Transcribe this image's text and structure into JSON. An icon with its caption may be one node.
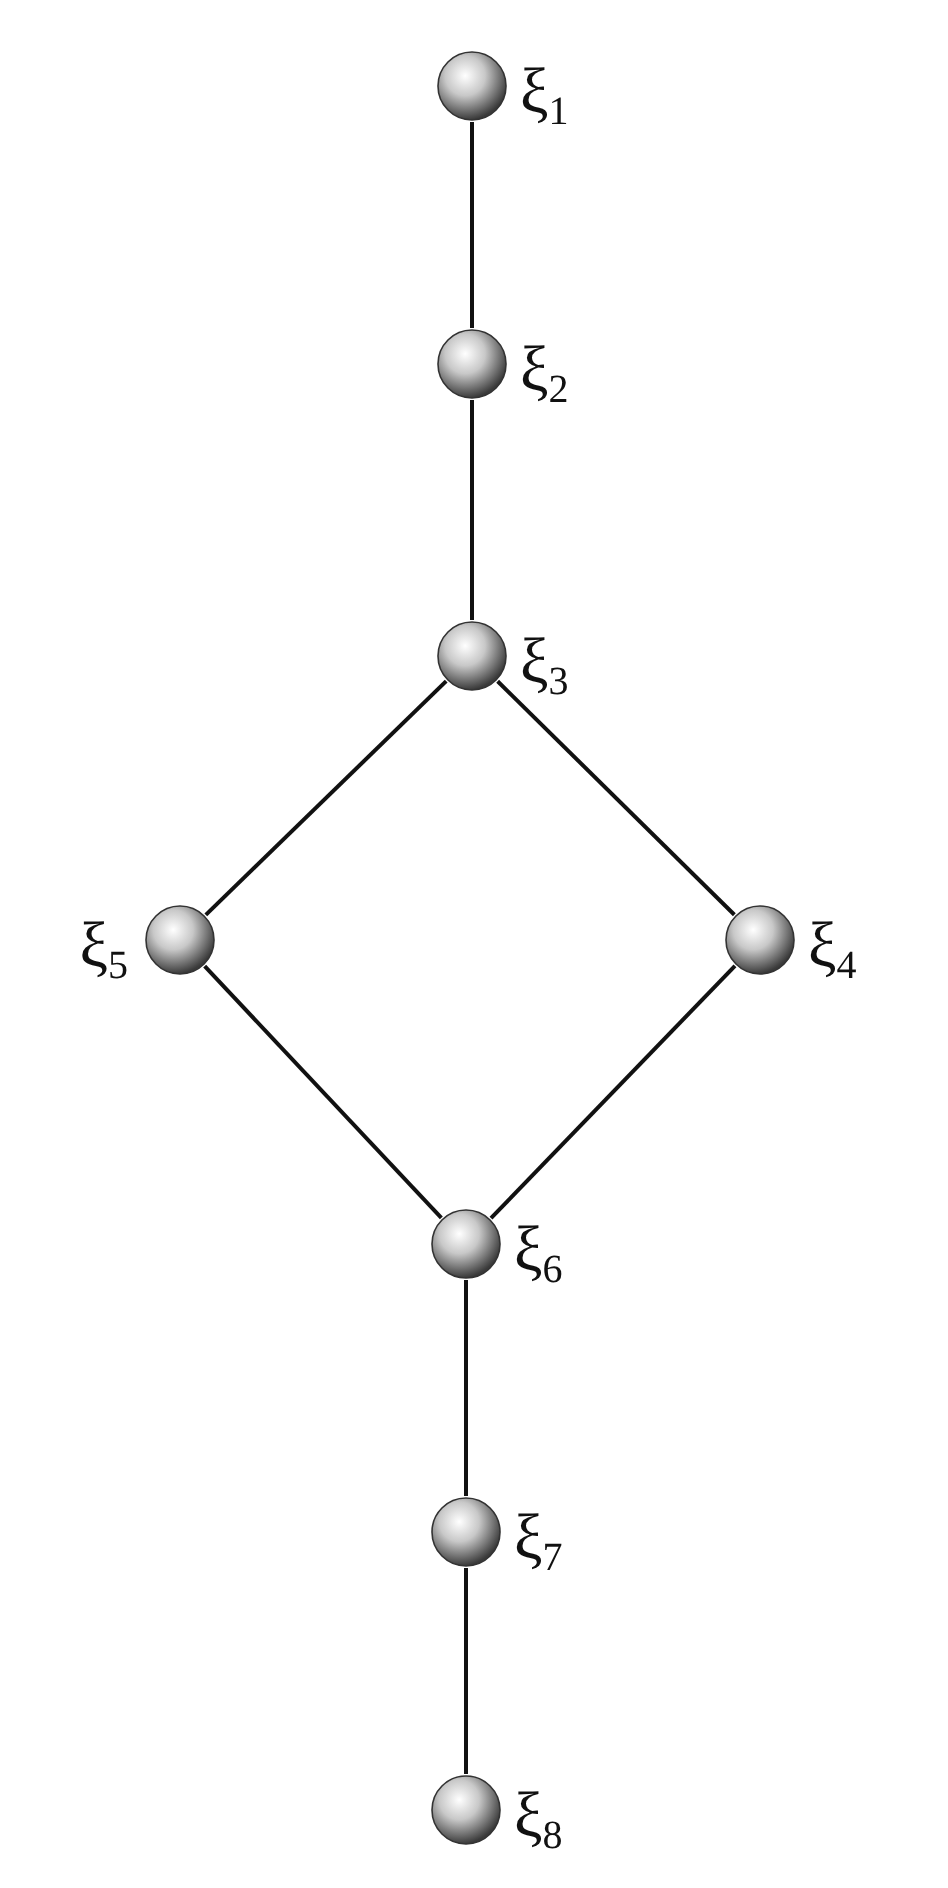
{
  "diagram": {
    "nodes": [
      {
        "text": [],
        "shape": "circle",
        "beside": [
          "ξ$_{1}$"
        ]
      },
      {
        "text": [],
        "shape": "circle",
        "beside": [
          "ξ$_{2}$"
        ]
      },
      {
        "text": [],
        "shape": "circle",
        "beside": [
          "ξ$_{3}$"
        ]
      },
      {
        "text": [],
        "shape": "circle",
        "beside": [
          "ξ$_{5}$"
        ]
      },
      {
        "text": [],
        "shape": "circle",
        "beside": [
          "ξ$_{4}$"
        ]
      },
      {
        "text": [],
        "shape": "circle",
        "beside": [
          "ξ$_{6}$"
        ]
      },
      {
        "text": [],
        "shape": "circle",
        "beside": [
          "ξ$_{7}$"
        ]
      },
      {
        "text": [],
        "shape": "circle",
        "beside": [
          "ξ$_{8}$"
        ]
      }
    ],
    "edges": [
      {
        "from": 0,
        "to": 1,
        "arrow": "none"
      },
      {
        "from": 1,
        "to": 2,
        "arrow": "none"
      },
      {
        "from": 2,
        "to": 3,
        "arrow": "none"
      },
      {
        "from": 2,
        "to": 4,
        "arrow": "none"
      },
      {
        "from": 3,
        "to": 5,
        "arrow": "none"
      },
      {
        "from": 4,
        "to": 5,
        "arrow": "none"
      },
      {
        "from": 5,
        "to": 6,
        "arrow": "none"
      },
      {
        "from": 6,
        "to": 7,
        "arrow": "none"
      }
    ]
  }
}
